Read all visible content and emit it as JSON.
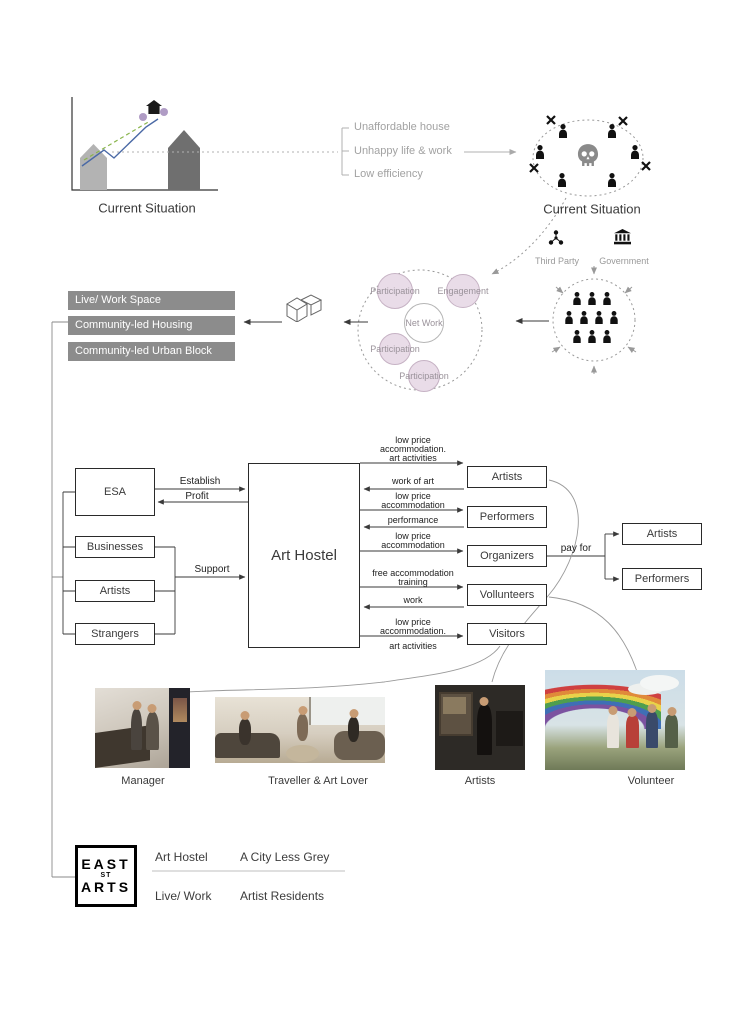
{
  "top_left_graph": {
    "label": "Current Situation"
  },
  "issues": [
    "Unaffordable house",
    "Unhappy life & work",
    "Low efficiency"
  ],
  "top_right_group": {
    "label": "Current Situation"
  },
  "parties": {
    "third_party": "Third Party",
    "government": "Government"
  },
  "network": {
    "participation_top": "Participation",
    "engagement": "Engagement",
    "net_work": "Net Work",
    "participation_mid": "Participation",
    "participation_bottom": "Participation"
  },
  "outcome_bars": [
    "Live/ Work Space",
    "Community-led Housing",
    "Community-led Urban Block"
  ],
  "flow": {
    "left_boxes": [
      "ESA",
      "Businesses",
      "Artists",
      "Strangers"
    ],
    "center_box": "Art Hostel",
    "right_boxes": [
      "Artists",
      "Performers",
      "Organizers",
      "Vollunteers",
      "Visitors"
    ],
    "far_right_boxes": [
      "Artists",
      "Performers"
    ],
    "labels": {
      "establish": "Establish",
      "profit": "Profit",
      "support": "Support",
      "pay_for": "pay for"
    },
    "exchanges": {
      "artists_give": [
        "low price",
        "accommodation.",
        "art activities"
      ],
      "artists_get": "work of art",
      "performers_give": [
        "low price",
        "accommodation"
      ],
      "performers_get": "performance",
      "organizers_give": [
        "low price",
        "accommodation"
      ],
      "volunteers_give": [
        "free accommodation",
        "training"
      ],
      "volunteers_get": "work",
      "visitors_give": [
        "low price",
        "accommodation."
      ],
      "visitors_get": "art activities"
    }
  },
  "photos": {
    "manager": "Manager",
    "traveller": "Traveller & Art Lover",
    "artists": "Artists",
    "volunteer": "Volunteer"
  },
  "footer": {
    "logo": [
      "EAST",
      "ST",
      "ARTS"
    ],
    "row1": [
      "Art Hostel",
      "A City Less Grey"
    ],
    "row2": [
      "Live/ Work",
      "Artist Residents"
    ]
  },
  "icons": {
    "skull": "skull-icon",
    "government": "government-bank-icon",
    "third_party": "third-party-network-icon",
    "person": "person-icon",
    "cross": "x-mark-icon",
    "house_sketch": "house-sketch-icon"
  },
  "colors": {
    "bar_gray": "#8c8c8c",
    "network_pink": "#e9dce8",
    "line_gray": "#999999",
    "dark": "#3a3a3a",
    "blue_line": "#4a69a5",
    "green_line": "#8ab54d"
  }
}
